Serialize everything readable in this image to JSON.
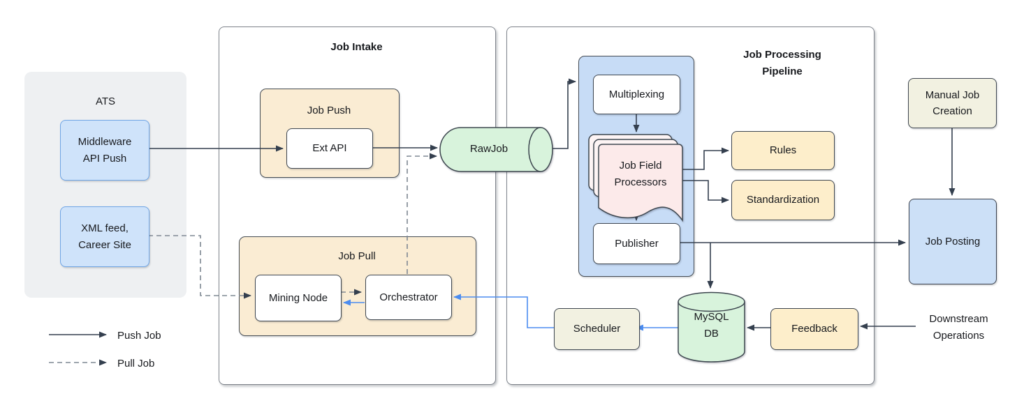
{
  "legend": {
    "push_label": "Push Job",
    "pull_label": "Pull Job"
  },
  "ats": {
    "title": "ATS",
    "middleware_label": "Middleware\nAPI Push",
    "xml_label": "XML feed,\nCareer Site"
  },
  "intake": {
    "title": "Job Intake",
    "job_push": {
      "title": "Job Push",
      "ext_api_label": "Ext API"
    },
    "job_pull": {
      "title": "Job Pull",
      "mining_label": "Mining Node",
      "orchestrator_label": "Orchestrator"
    }
  },
  "rawjob_label": "RawJob",
  "pipeline": {
    "title": "Job Processing\nPipeline",
    "multiplexing_label": "Multiplexing",
    "processors_label": "Job Field\nProcessors",
    "publisher_label": "Publisher",
    "rules_label": "Rules",
    "standardization_label": "Standardization",
    "mysql_label": "MySQL\nDB",
    "scheduler_label": "Scheduler",
    "feedback_label": "Feedback"
  },
  "right": {
    "manual_label": "Manual Job\nCreation",
    "posting_label": "Job Posting",
    "downstream_label": "Downstream\nOperations"
  },
  "colors": {
    "push_arrow": "#343f4e",
    "pull_arrow": "#7f8893",
    "feedback_arrow": "#4b8cf0",
    "node_blue": "#cfe3fa",
    "posting_blue": "#cce0f7",
    "node_orange": "#fdeecb",
    "group_orange": "#faecd3",
    "group_blue": "#c7dcf6",
    "cylinder_green": "#d8f3dc",
    "doc_pink": "#fceaea",
    "node_beige": "#f2f1e1"
  }
}
